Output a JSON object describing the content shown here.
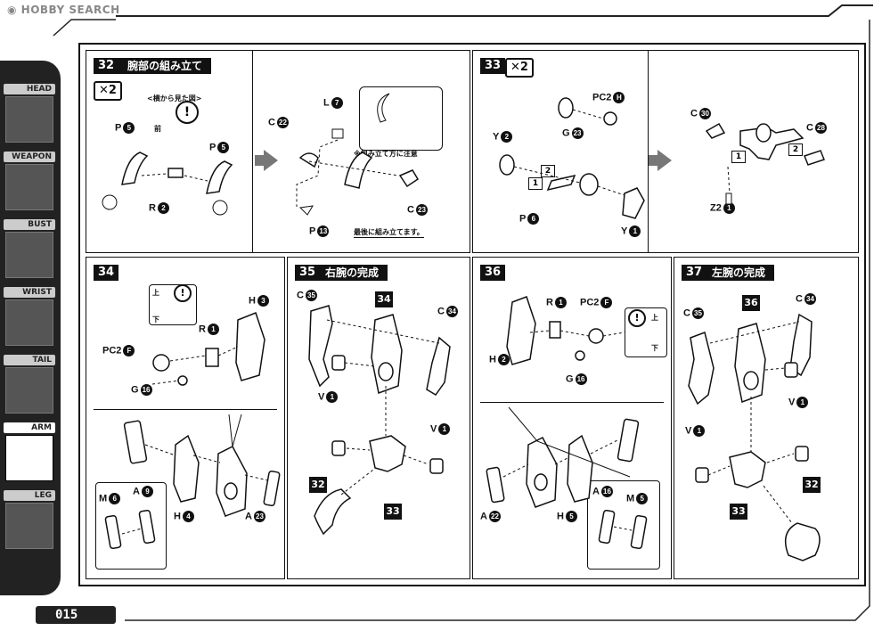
{
  "header": {
    "logo_text": "HOBBY SEARCH"
  },
  "sidebar": {
    "items": [
      {
        "label": "HEAD",
        "active": false
      },
      {
        "label": "WEAPON",
        "active": false
      },
      {
        "label": "BUST",
        "active": false
      },
      {
        "label": "WRIST",
        "active": false
      },
      {
        "label": "TAIL",
        "active": false
      },
      {
        "label": "ARM",
        "active": true
      },
      {
        "label": "LEG",
        "active": false
      }
    ]
  },
  "page_number": "015",
  "steps": {
    "s32": {
      "num": "32",
      "title": "腕部の組み立て",
      "mult": "✕2",
      "side_view_label": "<横から見た図>",
      "front": "前",
      "note_assembly": "※組み立て方に注意",
      "note_last": "最後に組み立てます。",
      "parts": {
        "p5a": "P",
        "p5a_n": "5",
        "p5b": "P",
        "p5b_n": "5",
        "r2": "R",
        "r2_n": "2",
        "l7": "L",
        "l7_n": "7",
        "c22": "C",
        "c22_n": "22",
        "c23": "C",
        "c23_n": "23",
        "p13": "P",
        "p13_n": "13"
      }
    },
    "s33": {
      "num": "33",
      "mult": "✕2",
      "parts": {
        "pc2h": "PC2",
        "pc2h_n": "H",
        "g23": "G",
        "g23_n": "23",
        "y2": "Y",
        "y2_n": "2",
        "p6": "P",
        "p6_n": "6",
        "y1": "Y",
        "y1_n": "1",
        "c30": "C",
        "c30_n": "30",
        "c28": "C",
        "c28_n": "28",
        "z21": "Z2",
        "z21_n": "1"
      },
      "callout1": "1",
      "callout2": "2"
    },
    "s34": {
      "num": "34",
      "top": "上",
      "bottom": "下",
      "parts": {
        "h3": "H",
        "h3_n": "3",
        "r1": "R",
        "r1_n": "1",
        "pc2f": "PC2",
        "pc2f_n": "F",
        "g16": "G",
        "g16_n": "16",
        "m6": "M",
        "m6_n": "6",
        "a9": "A",
        "a9_n": "9",
        "h4": "H",
        "h4_n": "4",
        "a23": "A",
        "a23_n": "23"
      }
    },
    "s35": {
      "num": "35",
      "title": "右腕の完成",
      "ref34": "34",
      "ref32": "32",
      "ref33": "33",
      "parts": {
        "c35": "C",
        "c35_n": "35",
        "c34": "C",
        "c34_n": "34",
        "v1a": "V",
        "v1a_n": "1",
        "v1b": "V",
        "v1b_n": "1"
      }
    },
    "s36": {
      "num": "36",
      "top": "上",
      "bottom": "下",
      "parts": {
        "r1": "R",
        "r1_n": "1",
        "pc2f": "PC2",
        "pc2f_n": "F",
        "h2": "H",
        "h2_n": "2",
        "g16": "G",
        "g16_n": "16",
        "a22": "A",
        "a22_n": "22",
        "a16": "A",
        "a16_n": "16",
        "m5": "M",
        "m5_n": "5",
        "h5": "H",
        "h5_n": "5"
      }
    },
    "s37": {
      "num": "37",
      "title": "左腕の完成",
      "ref36": "36",
      "ref33": "33",
      "ref32": "32",
      "parts": {
        "c35": "C",
        "c35_n": "35",
        "c34": "C",
        "c34_n": "34",
        "v1a": "V",
        "v1a_n": "1",
        "v1b": "V",
        "v1b_n": "1"
      }
    }
  }
}
